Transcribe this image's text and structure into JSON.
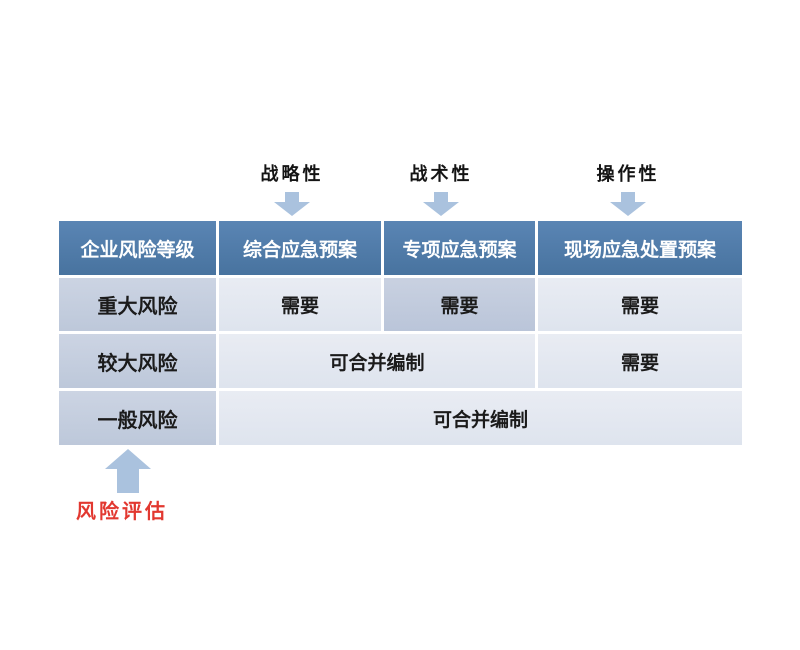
{
  "diagram": {
    "top_annotations": [
      {
        "label": "战略性"
      },
      {
        "label": "战术性"
      },
      {
        "label": "操作性"
      }
    ],
    "table": {
      "headers": [
        "企业风险等级",
        "综合应急预案",
        "专项应急预案",
        "现场应急处置预案"
      ],
      "rows": [
        {
          "level": "重大风险",
          "cells": [
            {
              "text": "需要",
              "colspan": 1,
              "highlight": false
            },
            {
              "text": "需要",
              "colspan": 1,
              "highlight": true
            },
            {
              "text": "需要",
              "colspan": 1,
              "highlight": false
            }
          ]
        },
        {
          "level": "较大风险",
          "cells": [
            {
              "text": "可合并编制",
              "colspan": 2,
              "highlight": false
            },
            {
              "text": "需要",
              "colspan": 1,
              "highlight": false
            }
          ]
        },
        {
          "level": "一般风险",
          "cells": [
            {
              "text": "可合并编制",
              "colspan": 3,
              "highlight": false
            }
          ]
        }
      ]
    },
    "bottom_annotation": {
      "label": "风险评估"
    }
  },
  "colors": {
    "header_bg": "#4d79aa",
    "header_text": "#ffffff",
    "row_header_bg": "#c4cedf",
    "highlight_cell_bg": "#c0cbdd",
    "cell_bg": "#e4e8f1",
    "cell_text": "#1b1b1b",
    "arrow": "#aac2de",
    "annotation_text": "#141414",
    "bottom_annotation_text": "#e23830",
    "page_bg": "#ffffff"
  }
}
